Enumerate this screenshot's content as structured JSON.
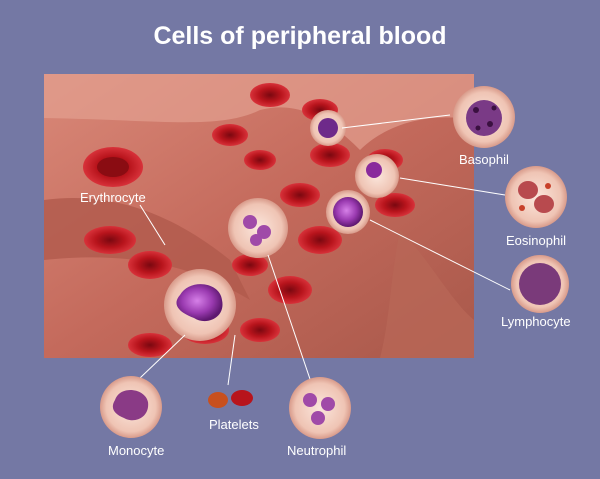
{
  "title": "Cells of peripheral blood",
  "labels": {
    "erythrocyte": "Erythrocyte",
    "basophil": "Basophil",
    "eosinophil": "Eosinophil",
    "lymphocyte": "Lymphocyte",
    "monocyte": "Monocyte",
    "platelets": "Platelets",
    "neutrophil": "Neutrophil"
  },
  "colors": {
    "background": "#7478a4",
    "vessel": "#c46a5c",
    "red_cell": "#b8141c",
    "nucleus_purple": "#8a2a9c",
    "cell_body": "#f2cfc2",
    "leader_line": "#ffffff"
  }
}
